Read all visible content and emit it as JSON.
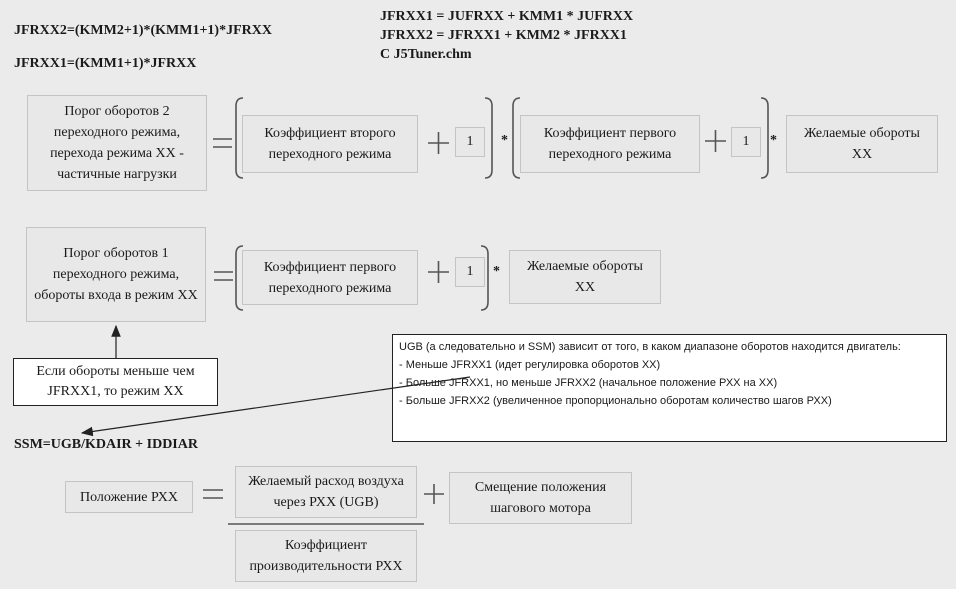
{
  "formulas": {
    "jfrxx2_top": "JFRXX2=(KMM2+1)*(KMM1+1)*JFRXX",
    "jfrxx1_top": "JFRXX1=(KMM1+1)*JFRXX",
    "alt_line1": "JFRXX1 = JUFRXX + KMM1 * JUFRXX",
    "alt_line2": "JFRXX2 = JFRXX1 + KMM2   * JFRXX1",
    "source": "С J5Tuner.chm",
    "ssm": "SSM=UGB/KDAIR + IDDIAR"
  },
  "row1": {
    "threshold": "Порог оборотов 2 переходного режима, перехода режима ХХ - частичные нагрузки",
    "coef2": "Коэффициент второго переходного режима",
    "one_a": "1",
    "coef1": "Коэффициент первого переходного режима",
    "one_b": "1",
    "desired": "Желаемые обороты ХХ",
    "mult": "*"
  },
  "row2": {
    "threshold": "Порог оборотов 1 переходного режима, обороты входа в режим ХХ",
    "coef1": "Коэффициент первого переходного режима",
    "one": "1",
    "desired": "Желаемые обороты ХХ",
    "mult": "*"
  },
  "note_left": "Если обороты меньше чем JFRXX1, то режим ХХ",
  "note_right": {
    "intro": "UGB (а следовательно и SSM) зависит от того, в каком диапазоне оборотов находится двигатель:",
    "items": [
      "- Меньше JFRXX1 (идет регулировка оборотов ХХ)",
      "- Больше JFRXX1, но меньше JFRXX2 (начальное положение РХХ на ХХ)",
      "- Больше JFRXX2 (увеличенное пропорционально оборотам количество шагов РХХ)"
    ]
  },
  "row3": {
    "position": "Положение РХХ",
    "numerator": "Желаемый расход воздуха через РХХ (UGB)",
    "denominator": "Коэффициент производительности РХХ",
    "offset": "Смещение положения шагового мотора"
  },
  "colors": {
    "background": "#ebebeb",
    "box_fill": "#e8e8e8",
    "box_border": "#c4c4c4",
    "line": "#555555"
  }
}
